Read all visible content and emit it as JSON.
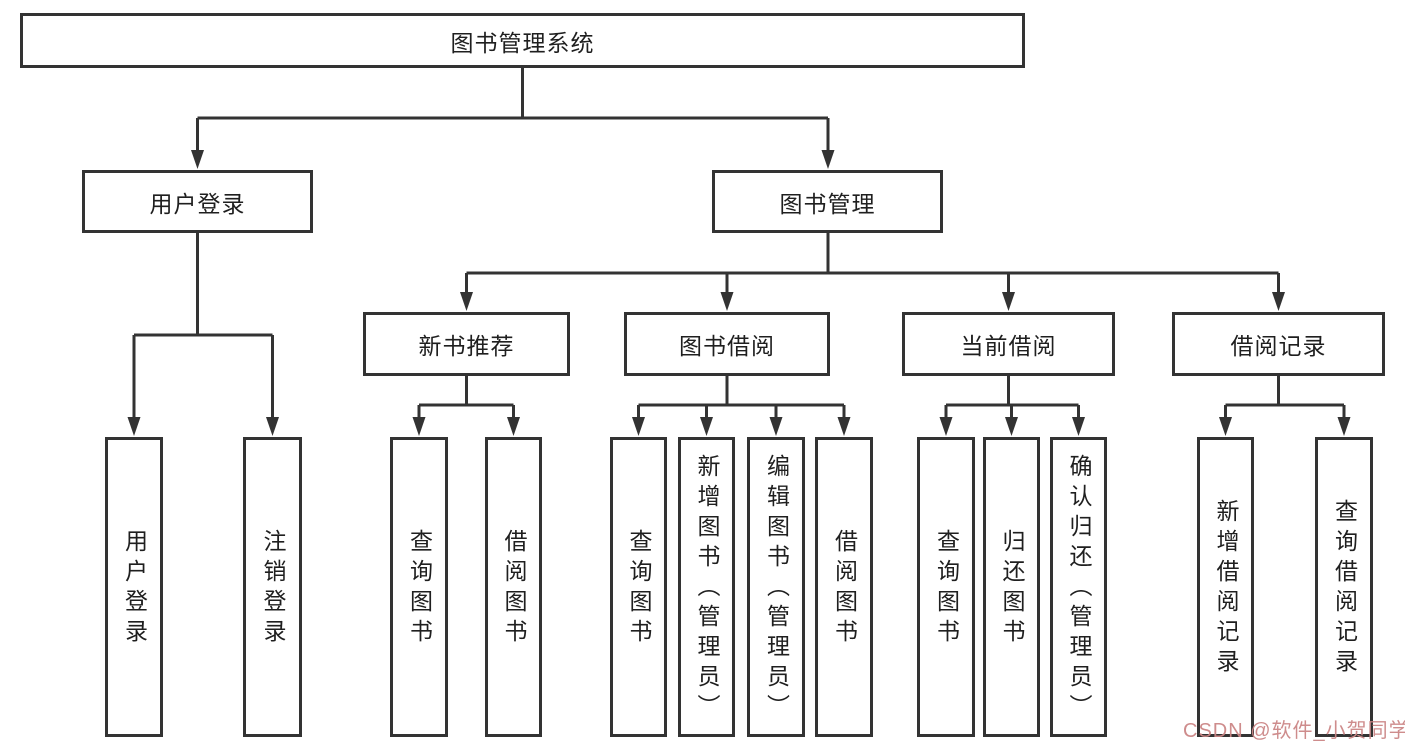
{
  "diagram": {
    "title": "图书管理系统",
    "modules": [
      {
        "label": "用户登录",
        "children": [
          {
            "label": "用户登录"
          },
          {
            "label": "注销登录"
          }
        ]
      },
      {
        "label": "图书管理",
        "children": [
          {
            "label": "新书推荐",
            "children": [
              {
                "label": "查询图书"
              },
              {
                "label": "借阅图书"
              }
            ]
          },
          {
            "label": "图书借阅",
            "children": [
              {
                "label": "查询图书"
              },
              {
                "label": "新增图书（管理员）"
              },
              {
                "label": "编辑图书（管理员）"
              },
              {
                "label": "借阅图书"
              }
            ]
          },
          {
            "label": "当前借阅",
            "children": [
              {
                "label": "查询图书"
              },
              {
                "label": "归还图书"
              },
              {
                "label": "确认归还（管理员）"
              }
            ]
          },
          {
            "label": "借阅记录",
            "children": [
              {
                "label": "新增借阅记录"
              },
              {
                "label": "查询借阅记录"
              }
            ]
          }
        ]
      }
    ]
  },
  "colors": {
    "line": "#333333",
    "box_border": "#333333",
    "text": "#1f1f1f",
    "watermark": "#cb8686"
  },
  "watermark": {
    "text": "CSDN @软件_小贺同学"
  }
}
